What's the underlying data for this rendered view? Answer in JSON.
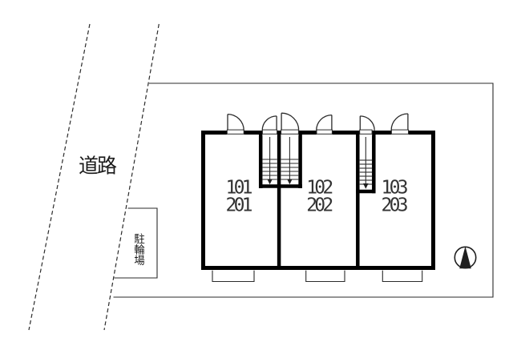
{
  "plan": {
    "road_label": "道路",
    "bicycle_parking_label": "駐輪場",
    "units": [
      {
        "first_floor": "101",
        "second_floor": "201"
      },
      {
        "first_floor": "102",
        "second_floor": "202"
      },
      {
        "first_floor": "103",
        "second_floor": "203"
      }
    ],
    "icons": {
      "north_arrow": "north-arrow-circle-with-filled-triangle",
      "stair_direction": "down-arrow"
    },
    "colors": {
      "background": "#ffffff",
      "walls": "#000000",
      "thin_lines": "#2b2b2b",
      "unit_text": "#333333"
    }
  }
}
